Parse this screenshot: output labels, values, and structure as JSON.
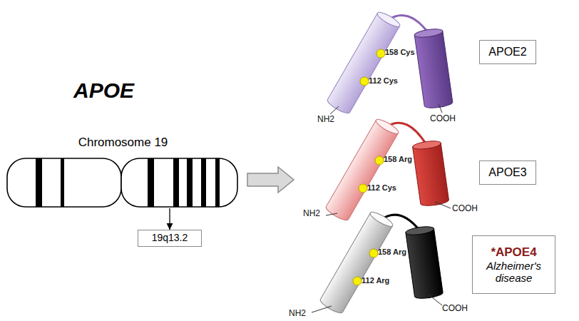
{
  "diagram": {
    "title": "APOE",
    "nodes": [
      {
        "text": [
          "Chromosome 19"
        ]
      },
      {
        "text": [
          "19q13.2"
        ]
      },
      {
        "text": [
          "158 Cys",
          "112 Cys"
        ]
      },
      {
        "text": [
          "APOE2"
        ]
      },
      {
        "text": [
          "158 Arg",
          "112 Cys"
        ]
      },
      {
        "text": [
          "APOE3"
        ]
      },
      {
        "text": [
          "158 Arg",
          "112 Arg"
        ]
      },
      {
        "text": [
          "*APOE4",
          "Alzheimer's disease"
        ]
      }
    ],
    "edges": [
      {
        "from": 0,
        "to": 1,
        "arrow": "to"
      }
    ],
    "labels": [
      "NH2",
      "COOH",
      "NH2",
      "COOH",
      "NH2",
      "COOH"
    ]
  }
}
